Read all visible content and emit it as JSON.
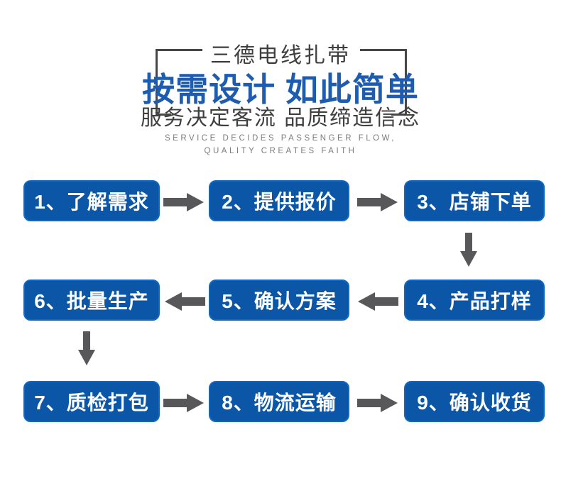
{
  "header": {
    "brand": "三德电线扎带",
    "title": "按需设计 如此简单",
    "subtitle": "服务决定客流 品质缔造信念",
    "english_line1": "SERVICE DECIDES PASSENGER FLOW,",
    "english_line2": "QUALITY CREATES FAITH"
  },
  "flow": {
    "steps": [
      {
        "id": 1,
        "label": "1、了解需求"
      },
      {
        "id": 2,
        "label": "2、提供报价"
      },
      {
        "id": 3,
        "label": "3、店铺下单"
      },
      {
        "id": 4,
        "label": "4、产品打样"
      },
      {
        "id": 5,
        "label": "5、确认方案"
      },
      {
        "id": 6,
        "label": "6、批量生产"
      },
      {
        "id": 7,
        "label": "7、质检打包"
      },
      {
        "id": 8,
        "label": "8、物流运输"
      },
      {
        "id": 9,
        "label": "9、确认收货"
      }
    ],
    "sequence": [
      "1→2",
      "2→3",
      "3↓4",
      "4←5",
      "5←6",
      "6↓7",
      "7→8",
      "8→9"
    ]
  },
  "colors": {
    "box_blue": "#0b56a7",
    "box_edge_blue": "#0f69c4",
    "box_text": "#ffffff",
    "title_blue": "#1d5cb0",
    "text_dark": "#3e3e3e",
    "text_gray": "#7d7d7d",
    "bracket_gray": "#474747",
    "arrow_gray": "#58585a"
  }
}
